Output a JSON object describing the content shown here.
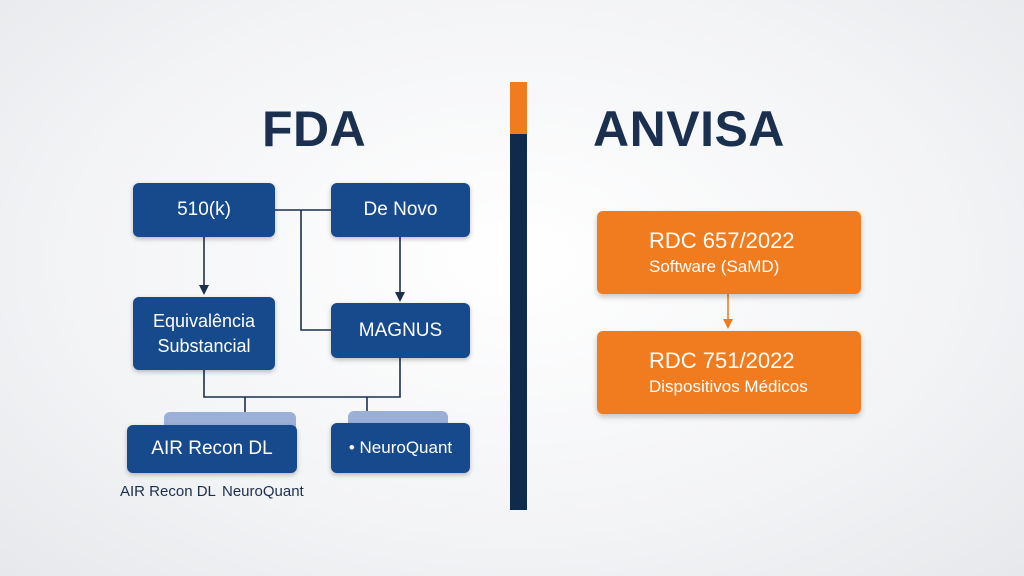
{
  "fda": {
    "title": "FDA",
    "box_510k": "510(k)",
    "box_denovo": "De Novo",
    "box_equivalencia": "Equivalência Substancial",
    "box_magnus": "MAGNUS",
    "box_airrecon": "AIR Recon DL",
    "box_neuroquant": "• NeuroQuant",
    "caption_airrecon": "AIR Recon DL",
    "caption_neuroquant": "NeuroQuant"
  },
  "anvisa": {
    "title": "ANVISA",
    "rdc657_main": "RDC 657/2022",
    "rdc657_sub": "Software (SaMD)",
    "rdc751_main": "RDC 751/2022",
    "rdc751_sub": "Dispositivos Médicos"
  },
  "colors": {
    "navy_box": "#164a8c",
    "dark_title": "#1b2f4f",
    "orange": "#f07c1f",
    "divider_navy": "#0f2a4a"
  }
}
